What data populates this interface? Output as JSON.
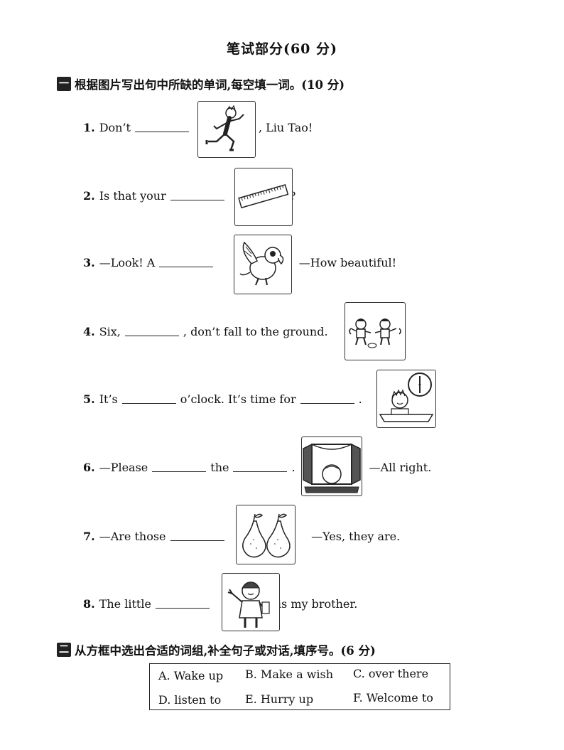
{
  "title": "笔试部分(60 分)",
  "section1": {
    "icon": "一",
    "heading": "根据图片写出句中所缺的单词,每空填一词。(10 分)",
    "questions": [
      {
        "num": "1.",
        "before": "Don’t",
        "after": ", Liu Tao!",
        "picture": "running-boy-icon"
      },
      {
        "num": "2.",
        "before": "Is that your",
        "after": "?",
        "picture": "ruler-icon"
      },
      {
        "num": "3.",
        "before": "—Look! A",
        "mid": "!",
        "after": "—How beautiful!",
        "picture": "parrot-icon"
      },
      {
        "num": "4.",
        "before": "Six,",
        "after": ", don’t fall to the ground.",
        "picture": "children-playing-icon"
      },
      {
        "num": "5.",
        "before": "It’s",
        "mid": "o’clock. It’s time for",
        "after": ".",
        "picture": "clock-boy-desk-icon"
      },
      {
        "num": "6.",
        "before": "—Please",
        "mid": "the",
        "after": ".",
        "reply": "—All right.",
        "picture": "open-window-icon"
      },
      {
        "num": "7.",
        "before": "—Are those",
        "mid": "?",
        "after": "—Yes, they are.",
        "picture": "pears-icon"
      },
      {
        "num": "8.",
        "before": "The little",
        "after": "is my brother.",
        "picture": "little-boy-icon"
      }
    ]
  },
  "section2": {
    "icon": "二",
    "heading": "从方框中选出合适的词组,补全句子或对话,填序号。(6 分)",
    "options": [
      "A. Wake up",
      "B. Make a wish",
      "C. over there",
      "D. listen to",
      "E. Hurry up",
      "F. Welcome to"
    ]
  }
}
